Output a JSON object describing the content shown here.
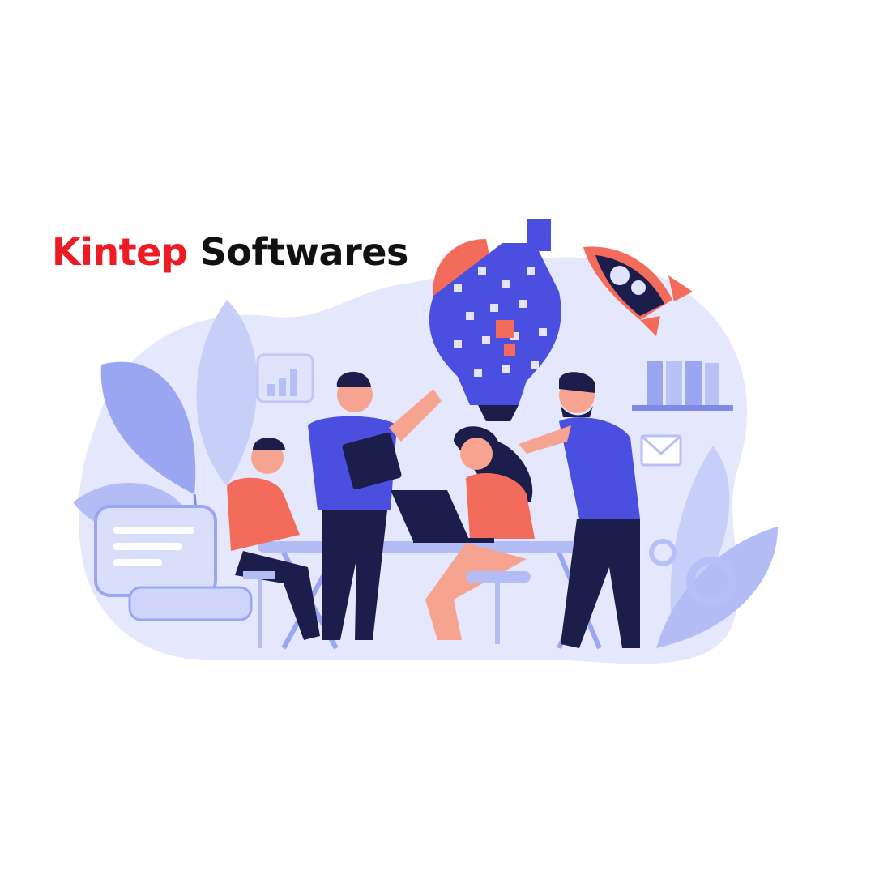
{
  "brand": {
    "word1": "Kintep",
    "word2": "Softwares",
    "color_word1": "#ed1c24",
    "color_word2": "#111111"
  },
  "illustration": {
    "subject": "team collaborating at a desk",
    "palette": {
      "primary": "#4b4fe0",
      "light": "#dfe3fb",
      "mid": "#9aa6f2",
      "accent": "#f26b5b",
      "skin": "#f6a48f",
      "dark": "#1b1d4b"
    },
    "icons": [
      "puzzle-lightbulb-icon",
      "rocket-icon",
      "bar-chart-icon",
      "books-icon",
      "envelope-icon",
      "gear-icon",
      "laptop-icon",
      "tablet-icon"
    ]
  }
}
